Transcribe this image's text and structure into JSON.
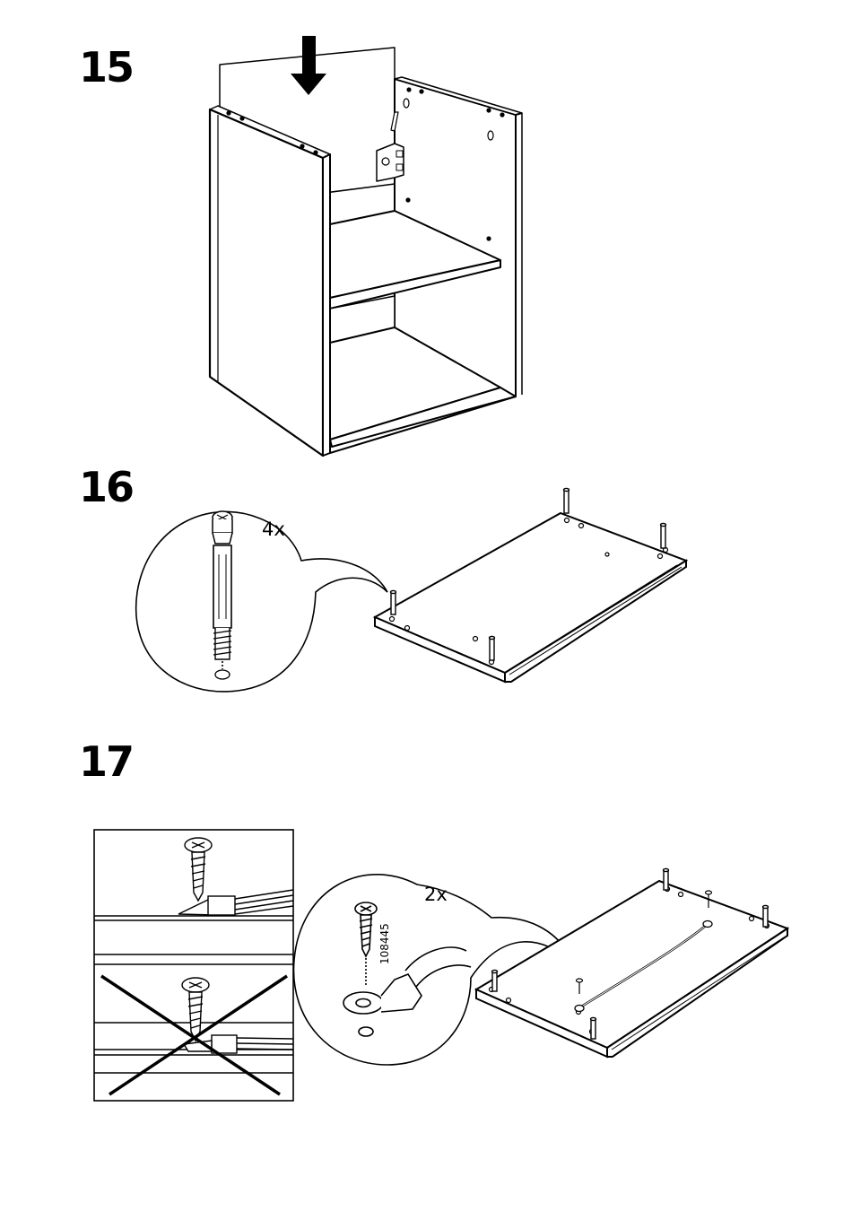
{
  "steps": [
    {
      "number": "15"
    },
    {
      "number": "16",
      "callout_qty": "4x"
    },
    {
      "number": "17",
      "callout_qty": "2x",
      "part_number": "108445"
    }
  ]
}
